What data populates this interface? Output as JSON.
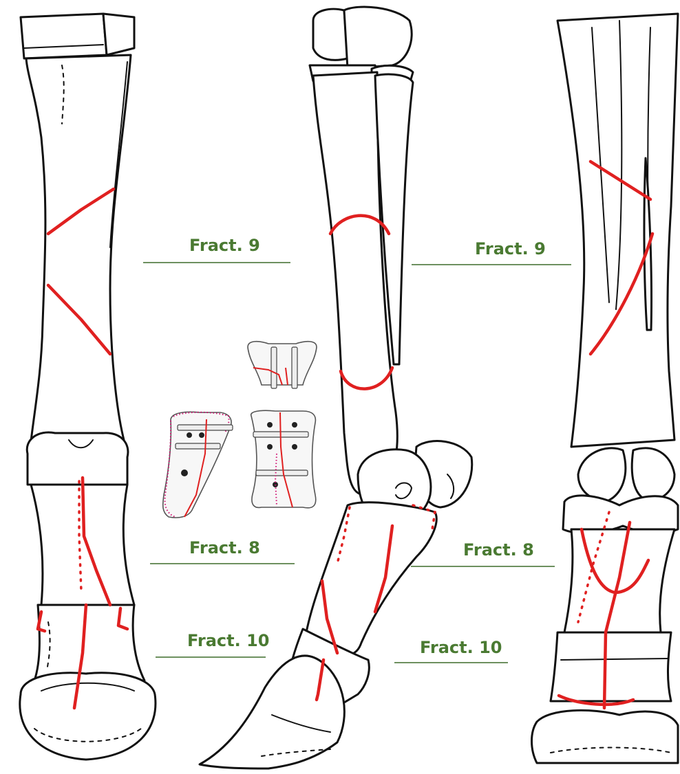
{
  "label_color": "#4a7a32",
  "fracture_color": "#e02020",
  "labels": {
    "left_fract9": "Fract. 9",
    "left_fract8": "Fract. 8",
    "left_fract10": "Fract. 10",
    "mid_fract9": "Fract. 9",
    "mid_fract8": "Fract. 8",
    "mid_fract10": "Fract. 10"
  }
}
